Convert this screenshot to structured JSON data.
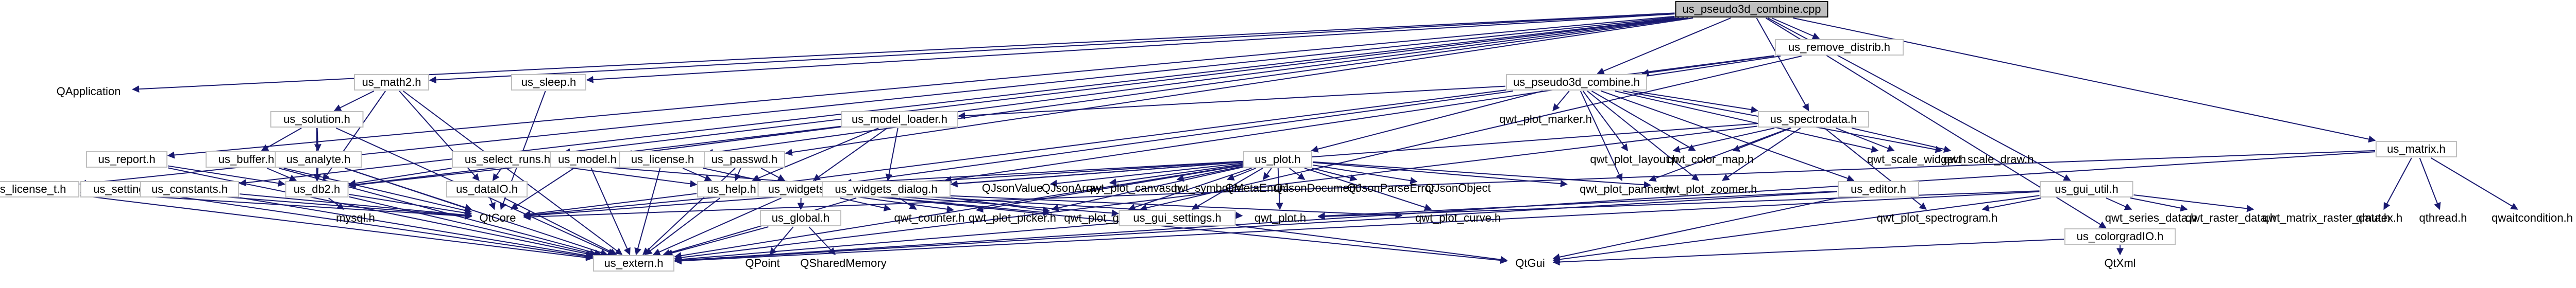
{
  "graph": {
    "title": "",
    "colors": {
      "edge": "#191970",
      "node_fill": "#ffffff",
      "node_border": "#bfbfbf",
      "root_fill": "#bfbfbf",
      "root_border": "#000000"
    },
    "nodes": [
      {
        "id": "root",
        "label": "us_pseudo3d_combine.cpp",
        "kind": "root"
      },
      {
        "id": "qapplication",
        "label": "QApplication",
        "kind": "external"
      },
      {
        "id": "remove_distrib",
        "label": "us_remove_distrib.h",
        "kind": "header"
      },
      {
        "id": "math2",
        "label": "us_math2.h",
        "kind": "header"
      },
      {
        "id": "sleep",
        "label": "us_sleep.h",
        "kind": "header"
      },
      {
        "id": "pseudo3d",
        "label": "us_pseudo3d_combine.h",
        "kind": "header"
      },
      {
        "id": "matrix",
        "label": "us_matrix.h",
        "kind": "header"
      },
      {
        "id": "qwt_plot_marker",
        "label": "qwt_plot_marker.h",
        "kind": "external"
      },
      {
        "id": "model_loader",
        "label": "us_model_loader.h",
        "kind": "header"
      },
      {
        "id": "spectrodata",
        "label": "us_spectrodata.h",
        "kind": "header"
      },
      {
        "id": "solution",
        "label": "us_solution.h",
        "kind": "header"
      },
      {
        "id": "select_runs",
        "label": "us_select_runs.h",
        "kind": "header"
      },
      {
        "id": "model",
        "label": "us_model.h",
        "kind": "header"
      },
      {
        "id": "license",
        "label": "us_license.h",
        "kind": "header"
      },
      {
        "id": "passwd",
        "label": "us_passwd.h",
        "kind": "header"
      },
      {
        "id": "plot",
        "label": "us_plot.h",
        "kind": "header"
      },
      {
        "id": "qwt_plot_layout",
        "label": "qwt_plot_layout.h",
        "kind": "external"
      },
      {
        "id": "qwt_color_map",
        "label": "qwt_color_map.h",
        "kind": "external"
      },
      {
        "id": "qwt_scale_widget",
        "label": "qwt_scale_widget.h",
        "kind": "external"
      },
      {
        "id": "qwt_scale_draw",
        "label": "qwt_scale_draw.h",
        "kind": "external"
      },
      {
        "id": "report",
        "label": "us_report.h",
        "kind": "header"
      },
      {
        "id": "buffer",
        "label": "us_buffer.h",
        "kind": "header"
      },
      {
        "id": "analyte",
        "label": "us_analyte.h",
        "kind": "header"
      },
      {
        "id": "qwtvalue",
        "label": "QJsonValue",
        "kind": "external"
      },
      {
        "id": "qjsonarray",
        "label": "QJsonArray",
        "kind": "external"
      },
      {
        "id": "qwt_plot_canvas",
        "label": "qwt_plot_canvas.h",
        "kind": "external"
      },
      {
        "id": "qwt_symbol",
        "label": "qwt_symbol.h",
        "kind": "external"
      },
      {
        "id": "qmetaenum",
        "label": "QMetaEnum",
        "kind": "external"
      },
      {
        "id": "qjsondocument",
        "label": "QJsonDocument",
        "kind": "external"
      },
      {
        "id": "qjsonparseerror",
        "label": "QJsonParseError",
        "kind": "external"
      },
      {
        "id": "qjsonobject",
        "label": "QJsonObject",
        "kind": "external"
      },
      {
        "id": "license_t",
        "label": "us_license_t.h",
        "kind": "header"
      },
      {
        "id": "settings",
        "label": "us_settings.h",
        "kind": "header"
      },
      {
        "id": "constants",
        "label": "us_constants.h",
        "kind": "header"
      },
      {
        "id": "db2",
        "label": "us_db2.h",
        "kind": "header"
      },
      {
        "id": "dataio",
        "label": "us_dataIO.h",
        "kind": "header"
      },
      {
        "id": "help",
        "label": "us_help.h",
        "kind": "header"
      },
      {
        "id": "widgets",
        "label": "us_widgets.h",
        "kind": "header"
      },
      {
        "id": "widgets_dialog",
        "label": "us_widgets_dialog.h",
        "kind": "header"
      },
      {
        "id": "qwt_plot_panner",
        "label": "qwt_plot_panner.h",
        "kind": "external"
      },
      {
        "id": "qwt_plot_zoomer",
        "label": "qwt_plot_zoomer.h",
        "kind": "external"
      },
      {
        "id": "editor",
        "label": "us_editor.h",
        "kind": "header"
      },
      {
        "id": "gui_util",
        "label": "us_gui_util.h",
        "kind": "header"
      },
      {
        "id": "colorgradio",
        "label": "us_colorgradIO.h",
        "kind": "header"
      },
      {
        "id": "qtcore",
        "label": "QtCore",
        "kind": "external"
      },
      {
        "id": "mysql",
        "label": "mysql.h",
        "kind": "external"
      },
      {
        "id": "qwt_counter",
        "label": "qwt_counter.h",
        "kind": "external"
      },
      {
        "id": "qwt_plot_picker",
        "label": "qwt_plot_picker.h",
        "kind": "external"
      },
      {
        "id": "qwt_plot_grid",
        "label": "qwt_plot_grid.h",
        "kind": "external"
      },
      {
        "id": "gui_settings",
        "label": "us_gui_settings.h",
        "kind": "header"
      },
      {
        "id": "qwt_plot",
        "label": "qwt_plot.h",
        "kind": "external"
      },
      {
        "id": "qwt_plot_curve",
        "label": "qwt_plot_curve.h",
        "kind": "external"
      },
      {
        "id": "global",
        "label": "us_global.h",
        "kind": "header"
      },
      {
        "id": "qwt_plot_spectrogram",
        "label": "qwt_plot_spectrogram.h",
        "kind": "external"
      },
      {
        "id": "qwt_series_data",
        "label": "qwt_series_data.h",
        "kind": "external"
      },
      {
        "id": "qwt_raster_data",
        "label": "qwt_raster_data.h",
        "kind": "external"
      },
      {
        "id": "qwt_matrix_raster_data",
        "label": "qwt_matrix_raster_data.h",
        "kind": "external"
      },
      {
        "id": "qmutex",
        "label": "qmutex.h",
        "kind": "external"
      },
      {
        "id": "qthread",
        "label": "qthread.h",
        "kind": "external"
      },
      {
        "id": "qwaitcondition",
        "label": "qwaitcondition.h",
        "kind": "external"
      },
      {
        "id": "qpoint",
        "label": "QPoint",
        "kind": "external"
      },
      {
        "id": "qsharedmemory",
        "label": "QSharedMemory",
        "kind": "external"
      },
      {
        "id": "extern",
        "label": "us_extern.h",
        "kind": "header"
      },
      {
        "id": "qtgui",
        "label": "QtGui",
        "kind": "external"
      },
      {
        "id": "qtxml",
        "label": "QtXml",
        "kind": "external"
      }
    ],
    "edges": [
      [
        "root",
        "qapplication"
      ],
      [
        "root",
        "remove_distrib"
      ],
      [
        "root",
        "math2"
      ],
      [
        "root",
        "sleep"
      ],
      [
        "root",
        "pseudo3d"
      ],
      [
        "root",
        "matrix"
      ],
      [
        "root",
        "report"
      ],
      [
        "root",
        "constants"
      ],
      [
        "root",
        "license_t"
      ],
      [
        "root",
        "select_runs"
      ],
      [
        "root",
        "model"
      ],
      [
        "root",
        "license"
      ],
      [
        "root",
        "passwd"
      ],
      [
        "root",
        "spectrodata"
      ],
      [
        "root",
        "gui_util"
      ],
      [
        "root",
        "colorgradio"
      ],
      [
        "remove_distrib",
        "pseudo3d"
      ],
      [
        "remove_distrib",
        "help"
      ],
      [
        "remove_distrib",
        "widgets_dialog"
      ],
      [
        "remove_distrib",
        "qwt_plot_grid"
      ],
      [
        "math2",
        "solution"
      ],
      [
        "math2",
        "db2"
      ],
      [
        "math2",
        "dataio"
      ],
      [
        "math2",
        "extern"
      ],
      [
        "sleep",
        "qtcore"
      ],
      [
        "pseudo3d",
        "qwt_plot_marker"
      ],
      [
        "pseudo3d",
        "model_loader"
      ],
      [
        "pseudo3d",
        "spectrodata"
      ],
      [
        "pseudo3d",
        "plot"
      ],
      [
        "pseudo3d",
        "qwt_plot_layout"
      ],
      [
        "pseudo3d",
        "qwt_color_map"
      ],
      [
        "pseudo3d",
        "qwt_scale_widget"
      ],
      [
        "pseudo3d",
        "qwt_scale_draw"
      ],
      [
        "pseudo3d",
        "widgets"
      ],
      [
        "pseudo3d",
        "qwt_plot_panner"
      ],
      [
        "pseudo3d",
        "qwt_plot_zoomer"
      ],
      [
        "pseudo3d",
        "editor"
      ],
      [
        "matrix",
        "qmutex"
      ],
      [
        "matrix",
        "qthread"
      ],
      [
        "matrix",
        "qwaitcondition"
      ],
      [
        "matrix",
        "extern"
      ],
      [
        "matrix",
        "qtcore"
      ],
      [
        "model_loader",
        "model"
      ],
      [
        "model_loader",
        "help"
      ],
      [
        "model_loader",
        "widgets"
      ],
      [
        "model_loader",
        "widgets_dialog"
      ],
      [
        "model_loader",
        "db2"
      ],
      [
        "spectrodata",
        "qwt_plot_layout"
      ],
      [
        "spectrodata",
        "qwt_color_map"
      ],
      [
        "spectrodata",
        "qwt_scale_widget"
      ],
      [
        "spectrodata",
        "qwt_scale_draw"
      ],
      [
        "spectrodata",
        "qwt_plot_panner"
      ],
      [
        "spectrodata",
        "qwt_plot_zoomer"
      ],
      [
        "spectrodata",
        "qwt_plot_spectrogram"
      ],
      [
        "spectrodata",
        "qtcore"
      ],
      [
        "spectrodata",
        "extern"
      ],
      [
        "solution",
        "buffer"
      ],
      [
        "solution",
        "analyte"
      ],
      [
        "solution",
        "db2"
      ],
      [
        "solution",
        "extern"
      ],
      [
        "buffer",
        "db2"
      ],
      [
        "buffer",
        "extern"
      ],
      [
        "buffer",
        "qtcore"
      ],
      [
        "analyte",
        "db2"
      ],
      [
        "analyte",
        "extern"
      ],
      [
        "analyte",
        "qtcore"
      ],
      [
        "select_runs",
        "db2"
      ],
      [
        "select_runs",
        "dataio"
      ],
      [
        "select_runs",
        "widgets_dialog"
      ],
      [
        "select_runs",
        "help"
      ],
      [
        "model",
        "db2"
      ],
      [
        "model",
        "qtcore"
      ],
      [
        "model",
        "extern"
      ],
      [
        "license",
        "help"
      ],
      [
        "license",
        "widgets"
      ],
      [
        "license",
        "extern"
      ],
      [
        "passwd",
        "help"
      ],
      [
        "passwd",
        "widgets"
      ],
      [
        "passwd",
        "extern"
      ],
      [
        "plot",
        "qwtvalue"
      ],
      [
        "plot",
        "qjsonarray"
      ],
      [
        "plot",
        "qwt_plot_canvas"
      ],
      [
        "plot",
        "qwt_symbol"
      ],
      [
        "plot",
        "qmetaenum"
      ],
      [
        "plot",
        "qjsondocument"
      ],
      [
        "plot",
        "qjsonparseerror"
      ],
      [
        "plot",
        "qjsonobject"
      ],
      [
        "plot",
        "help"
      ],
      [
        "plot",
        "widgets"
      ],
      [
        "plot",
        "widgets_dialog"
      ],
      [
        "plot",
        "qwt_plot_panner"
      ],
      [
        "plot",
        "qwt_plot_zoomer"
      ],
      [
        "plot",
        "qwt_plot_grid"
      ],
      [
        "plot",
        "qwt_plot_picker"
      ],
      [
        "plot",
        "qwt_counter"
      ],
      [
        "plot",
        "gui_settings"
      ],
      [
        "plot",
        "qwt_plot"
      ],
      [
        "plot",
        "qwt_plot_curve"
      ],
      [
        "plot",
        "extern"
      ],
      [
        "report",
        "db2"
      ],
      [
        "report",
        "extern"
      ],
      [
        "constants",
        "extern"
      ],
      [
        "constants",
        "qtcore"
      ],
      [
        "license_t",
        "extern"
      ],
      [
        "license_t",
        "qtcore"
      ],
      [
        "settings",
        "extern"
      ],
      [
        "settings",
        "qtcore"
      ],
      [
        "db2",
        "mysql"
      ],
      [
        "db2",
        "extern"
      ],
      [
        "db2",
        "qtcore"
      ],
      [
        "dataio",
        "extern"
      ],
      [
        "dataio",
        "qtcore"
      ],
      [
        "help",
        "extern"
      ],
      [
        "help",
        "qtcore"
      ],
      [
        "widgets",
        "global"
      ],
      [
        "widgets",
        "gui_settings"
      ],
      [
        "widgets",
        "qwt_counter"
      ],
      [
        "widgets",
        "qwt_plot_picker"
      ],
      [
        "widgets",
        "qwt_plot_grid"
      ],
      [
        "widgets",
        "qwt_plot"
      ],
      [
        "widgets",
        "qwt_plot_curve"
      ],
      [
        "widgets",
        "extern"
      ],
      [
        "widgets",
        "qtgui"
      ],
      [
        "widgets",
        "qtcore"
      ],
      [
        "widgets_dialog",
        "widgets"
      ],
      [
        "widgets_dialog",
        "qwt_counter"
      ],
      [
        "widgets_dialog",
        "qwt_plot_grid"
      ],
      [
        "widgets_dialog",
        "extern"
      ],
      [
        "editor",
        "extern"
      ],
      [
        "editor",
        "qtgui"
      ],
      [
        "editor",
        "qwt_plot"
      ],
      [
        "gui_util",
        "qwt_plot"
      ],
      [
        "gui_util",
        "qwt_plot_spectrogram"
      ],
      [
        "gui_util",
        "qwt_series_data"
      ],
      [
        "gui_util",
        "qwt_raster_data"
      ],
      [
        "gui_util",
        "qwt_matrix_raster_data"
      ],
      [
        "gui_util",
        "qtgui"
      ],
      [
        "gui_util",
        "extern"
      ],
      [
        "colorgradio",
        "qtxml"
      ],
      [
        "colorgradio",
        "qtgui"
      ],
      [
        "global",
        "qpoint"
      ],
      [
        "global",
        "qsharedmemory"
      ],
      [
        "global",
        "extern"
      ],
      [
        "gui_settings",
        "qtgui"
      ],
      [
        "gui_settings",
        "extern"
      ]
    ]
  }
}
